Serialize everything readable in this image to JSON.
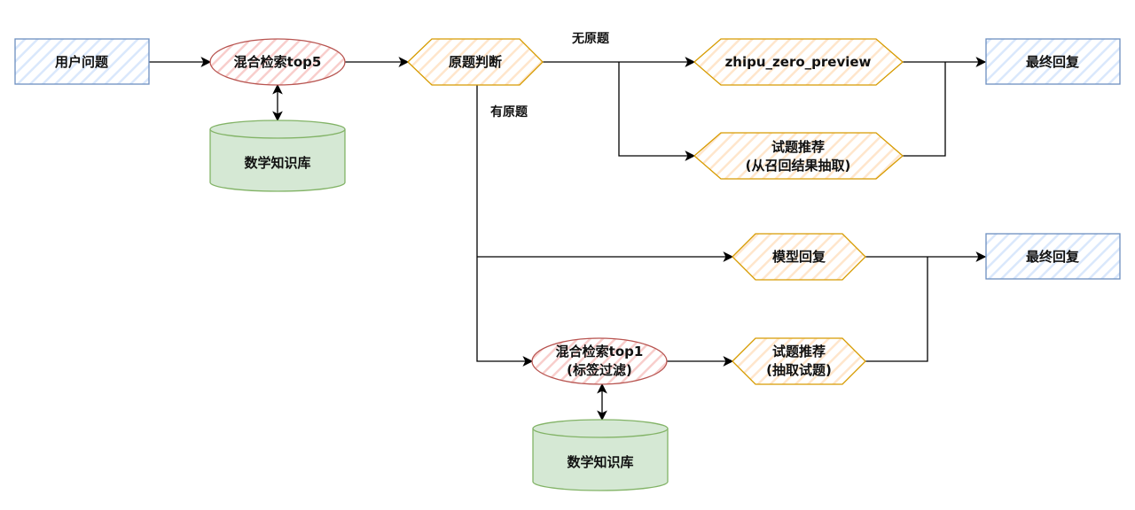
{
  "nodes": {
    "user_question": "用户问题",
    "hybrid_search_top5": "混合检索top5",
    "math_kb_1": "数学知识库",
    "original_question_judge": "原题判断",
    "zhipu_zero_preview": "zhipu_zero_preview",
    "question_recommend_1": [
      "试题推荐",
      "(从召回结果抽取)"
    ],
    "final_reply_1": "最终回复",
    "model_reply": "模型回复",
    "final_reply_2": "最终回复",
    "hybrid_search_top1": [
      "混合检索top1",
      "(标签过滤)"
    ],
    "question_recommend_2": [
      "试题推荐",
      "(抽取试题)"
    ],
    "math_kb_2": "数学知识库"
  },
  "edges": {
    "no_original": "无原题",
    "has_original": "有原题"
  },
  "colors": {
    "process_fill": "#dae8fc",
    "process_stroke": "#6c8ebf",
    "search_fill": "#f8cecc",
    "search_stroke": "#b85450",
    "decision_fill": "#ffe6cc",
    "decision_stroke": "#d79b00",
    "db_fill": "#d5e8d4",
    "db_stroke": "#82b366"
  }
}
